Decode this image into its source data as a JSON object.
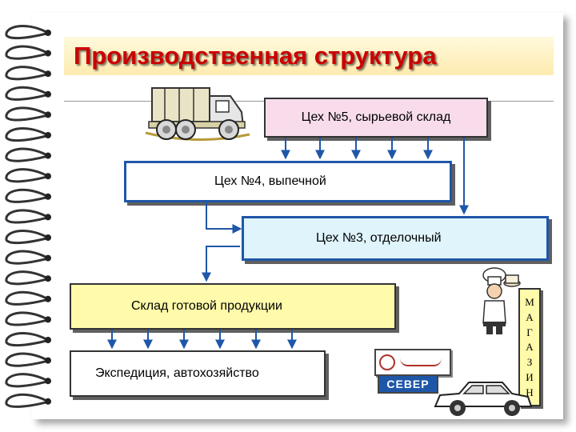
{
  "title": "Производственная структура",
  "nodes": {
    "shop5": "Цех №5, сырьевой склад",
    "shop4": "Цех №4, выпечной",
    "shop3": "Цех №3, отделочный",
    "warehouse": "Склад готовой продукции",
    "expedition": "Экспедиция, автохозяйство"
  },
  "shop_label_letters": [
    "М",
    "А",
    "Г",
    "А",
    "З",
    "И",
    "Н"
  ],
  "logo_text": "СЕВЕР",
  "colors": {
    "title": "#cc0000",
    "title_bg": "#fdebb0",
    "shop5_bg": "#f8dcec",
    "shop3_bg": "#dff4fb",
    "warehouse_bg": "#fffbaa",
    "frame_blue": "#1f57a8"
  },
  "icons": [
    "spiral-binding-icon",
    "truck-icon",
    "chef-icon",
    "car-icon"
  ]
}
